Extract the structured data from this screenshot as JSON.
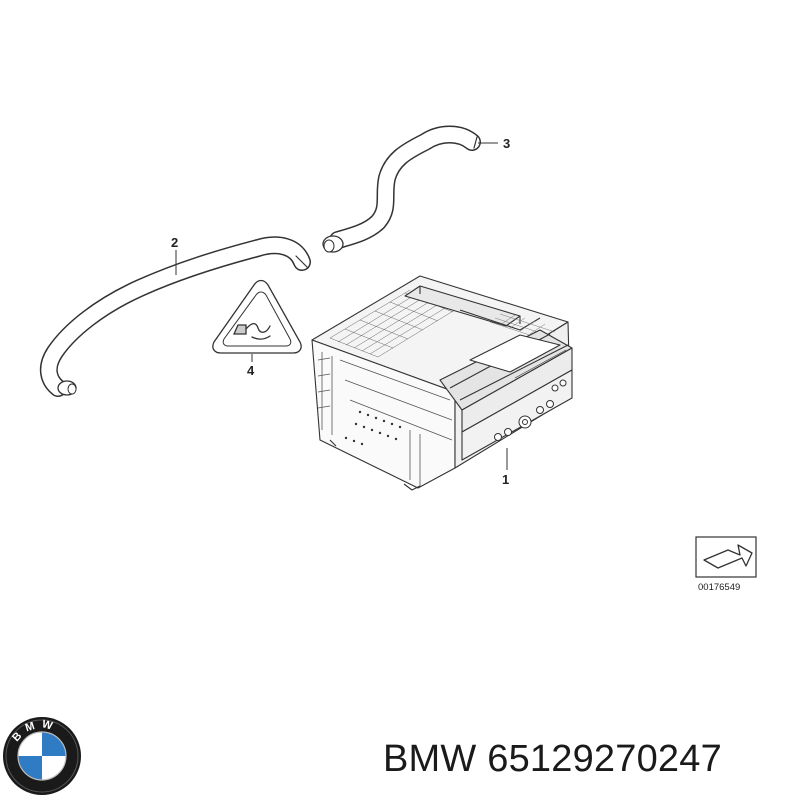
{
  "callouts": {
    "part1": "1",
    "part2": "2",
    "part3": "3",
    "part4": "4"
  },
  "diagram_reference": "00176549",
  "brand_logo": {
    "letters": "BMW",
    "colors": {
      "blue": "#2f7bc4",
      "white": "#ffffff",
      "ring": "#111111"
    }
  },
  "footer": {
    "brand": "BMW",
    "part_number": "65129270247"
  },
  "icons": [
    "bmw-roundel-icon",
    "warning-triangle-icon",
    "direction-arrow-icon"
  ]
}
